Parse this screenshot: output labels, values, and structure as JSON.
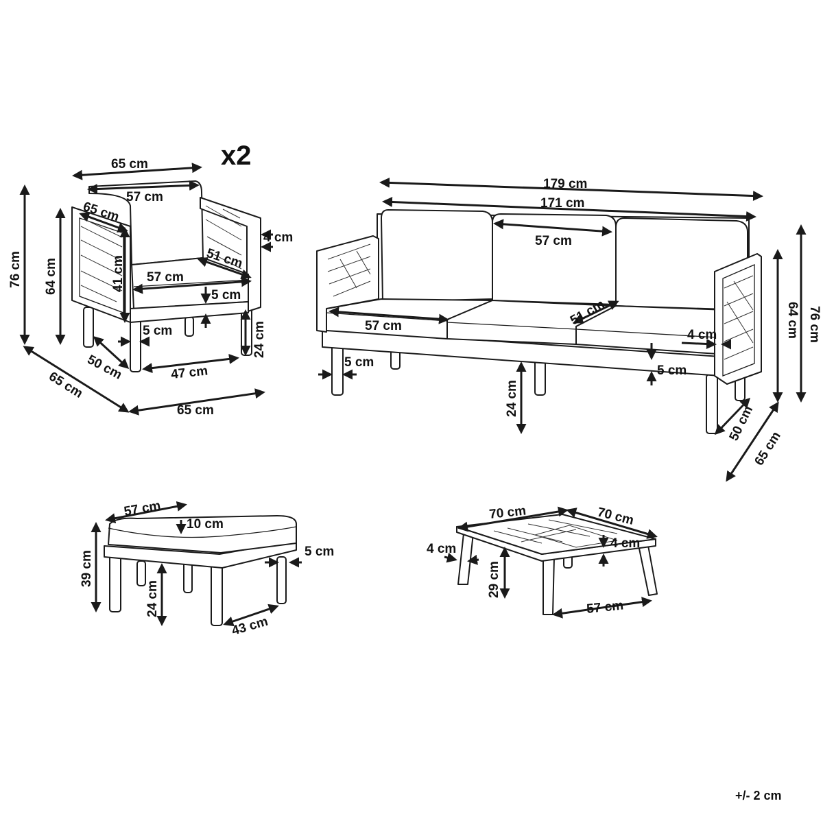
{
  "quantity_mark": "x2",
  "tolerance_note": "+/- 2 cm",
  "armchair": {
    "width_top": "65 cm",
    "backrest_width": "57 cm",
    "side_depth": "65 cm",
    "total_height": "76 cm",
    "armrest_height": "64 cm",
    "seat_back_height": "41 cm",
    "seat_width": "57 cm",
    "seat_depth": "51 cm",
    "armrest_thickness": "4 cm",
    "cushion_thickness": "5 cm",
    "leg_thickness": "5 cm",
    "leg_height": "24 cm",
    "leg_depth_span": "50 cm",
    "leg_width_span": "47 cm",
    "base_depth": "65 cm",
    "base_width": "65 cm"
  },
  "sofa": {
    "overall_width": "179 cm",
    "inner_width": "171 cm",
    "back_cushion_width": "57 cm",
    "seat_cushion_width": "57 cm",
    "seat_depth": "51 cm",
    "armrest_thickness": "4 cm",
    "cushion_thickness": "5 cm",
    "leg_thickness": "5 cm",
    "leg_height": "24 cm",
    "armrest_height": "64 cm",
    "total_height": "76 cm",
    "leg_depth_span": "50 cm",
    "overall_depth": "65 cm"
  },
  "ottoman": {
    "width": "57 cm",
    "cushion_height": "10 cm",
    "frame_thickness": "5 cm",
    "total_height": "39 cm",
    "leg_height": "24 cm",
    "leg_span": "43 cm"
  },
  "table": {
    "top_width": "70 cm",
    "top_depth": "70 cm",
    "top_thickness_left": "4 cm",
    "top_thickness_right": "4 cm",
    "height": "29 cm",
    "leg_span": "57 cm"
  }
}
